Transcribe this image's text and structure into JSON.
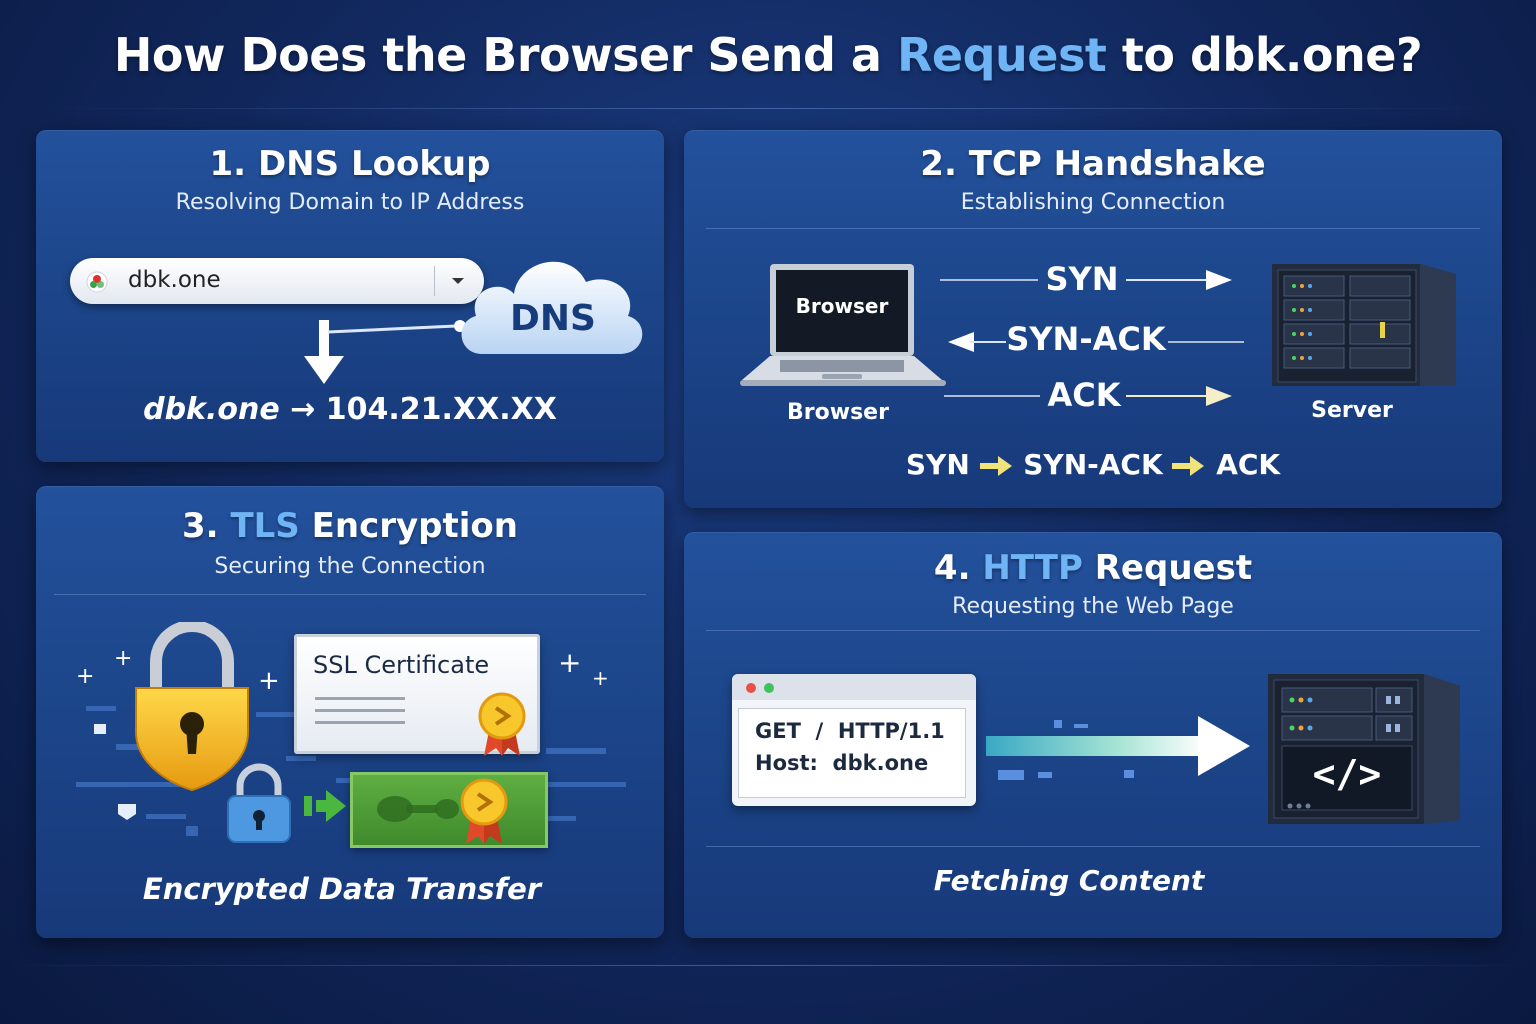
{
  "header": {
    "title_before": "How Does the Browser Send a",
    "title_highlight": "Request",
    "title_after": "to dbk.one?"
  },
  "dns": {
    "number": "1.",
    "title": "DNS Lookup",
    "subtitle": "Resolving Domain to IP Address",
    "url_value": "dbk.one",
    "cloud_label": "DNS",
    "result_domain": "dbk.one",
    "result_arrow": "→",
    "result_ip": "104.21.XX.XX"
  },
  "tcp": {
    "number": "2.",
    "title": "TCP Handshake",
    "subtitle": "Establishing Connection",
    "laptop_screen_label": "Browser",
    "client_label": "Browser",
    "server_label": "Server",
    "steps": [
      "SYN",
      "SYN-ACK",
      "ACK"
    ],
    "summary": [
      "SYN",
      "SYN-ACK",
      "ACK"
    ]
  },
  "tls": {
    "number": "3.",
    "title_highlight": "TLS",
    "title_rest": "Encryption",
    "subtitle": "Securing the Connection",
    "certificate_label": "SSL Certificate",
    "footer": "Encrypted Data Transfer"
  },
  "http": {
    "number": "4.",
    "title_highlight": "HTTP",
    "title_rest": "Request",
    "subtitle": "Requesting the Web Page",
    "request_line": "GET  /  HTTP/1.1",
    "host_line": "Host:  dbk.one",
    "code_symbol": "</>",
    "footer": "Fetching Content"
  },
  "colors": {
    "accent": "#6fb4f5",
    "panel": "#1f4a92",
    "background": "#11275c",
    "lock_gold": "#f2b51c",
    "certificate_green": "#4a9a34"
  },
  "icons": [
    "browser-favicon-icon",
    "dropdown-chevron-icon",
    "dns-cloud-icon",
    "laptop-icon",
    "server-icon",
    "padlock-icon",
    "certificate-icon",
    "seal-icon",
    "small-lock-icon",
    "code-icon"
  ]
}
